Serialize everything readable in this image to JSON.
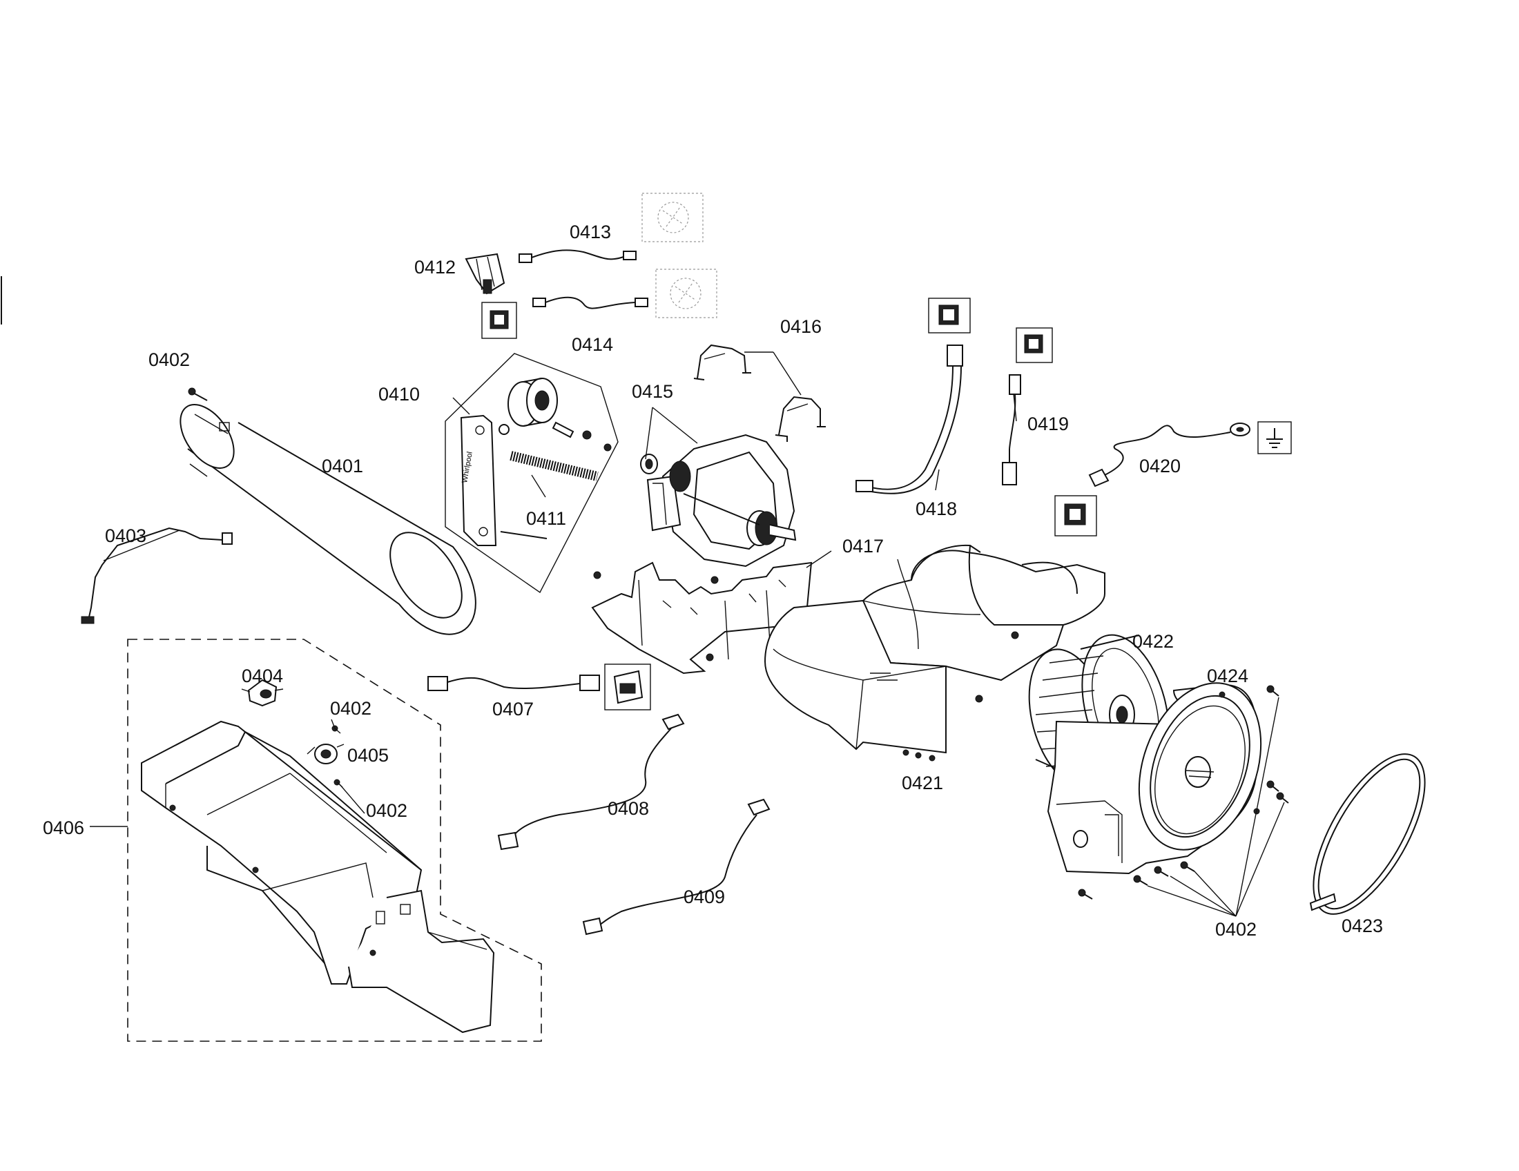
{
  "labels": {
    "l0401": "0401",
    "l0402a": "0402",
    "l0402b": "0402",
    "l0402c": "0402",
    "l0402d": "0402",
    "l0403": "0403",
    "l0404": "0404",
    "l0405": "0405",
    "l0406": "0406",
    "l0407": "0407",
    "l0408": "0408",
    "l0409": "0409",
    "l0410": "0410",
    "l0411": "0411",
    "l0412": "0412",
    "l0413": "0413",
    "l0414": "0414",
    "l0415": "0415",
    "l0416": "0416",
    "l0417": "0417",
    "l0418": "0418",
    "l0419": "0419",
    "l0420": "0420",
    "l0421": "0421",
    "l0422": "0422",
    "l0423": "0423",
    "l0424": "0424"
  },
  "colors": {
    "ink": "#111111",
    "paper": "#ffffff"
  },
  "icons": [
    "connector-icon",
    "ground-symbol-icon"
  ]
}
